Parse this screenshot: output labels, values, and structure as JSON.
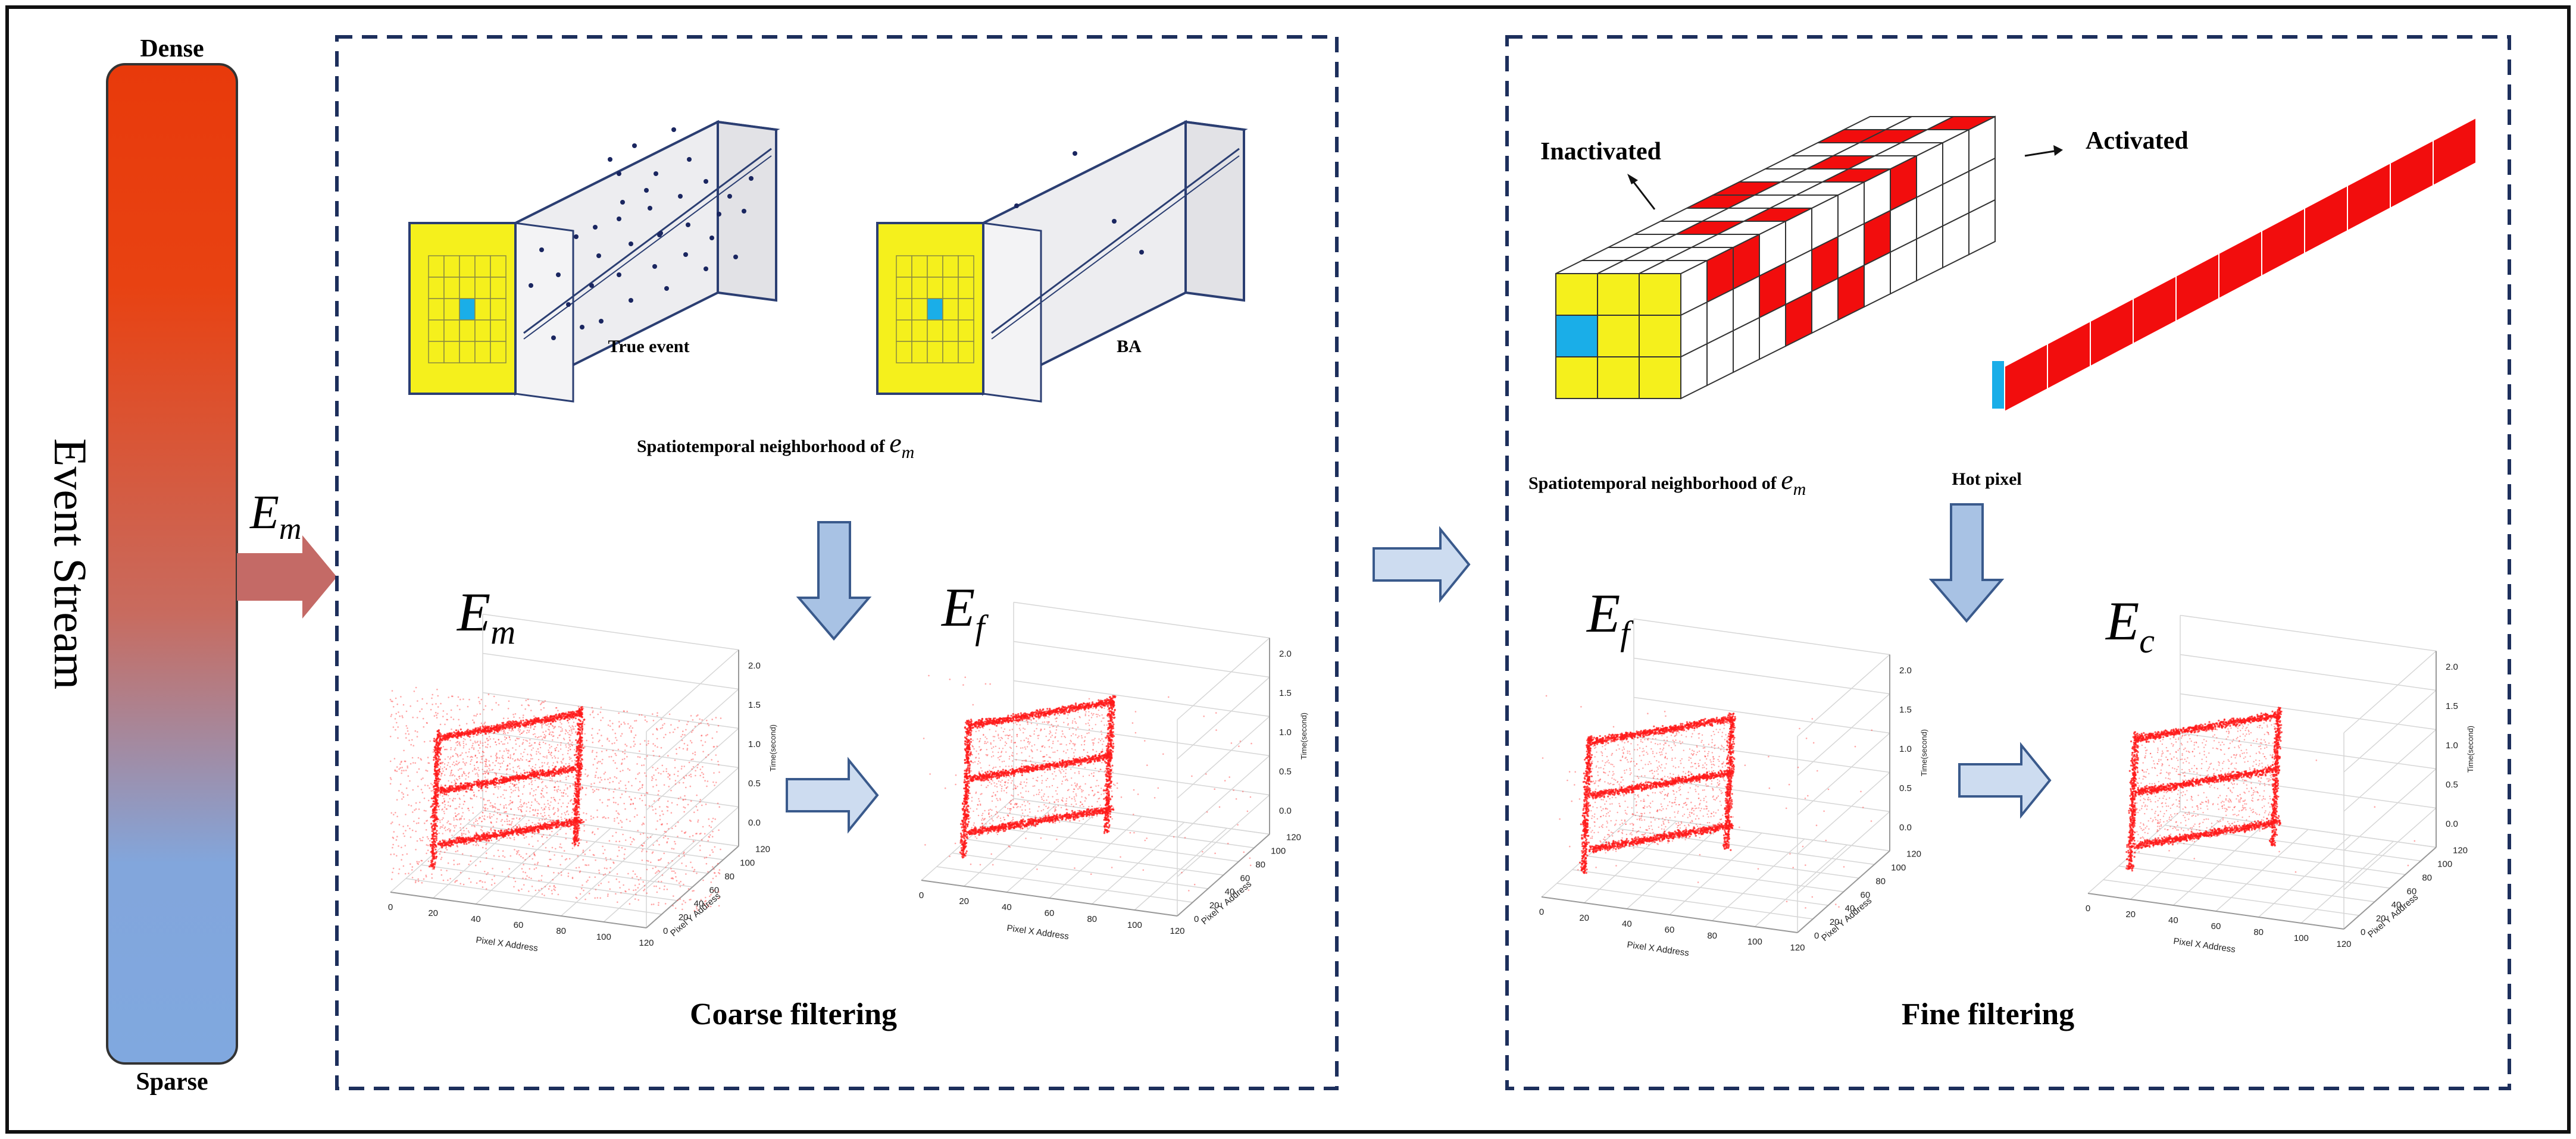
{
  "stream": {
    "title": "Event Stream",
    "top_label": "Dense",
    "bottom_label": "Sparse",
    "input_symbol": "E",
    "input_sub": "m",
    "colors": {
      "dense": "#e83a0b",
      "mid": "#c8665a",
      "sparse": "#80a8df"
    }
  },
  "coarse": {
    "label_true": "True event",
    "label_ba": "BA",
    "caption_text": "Spatiotemporal neighborhood of ",
    "caption_sym": "e",
    "caption_sub": "m",
    "left_sym": "E",
    "left_sub": "m",
    "right_sym": "E",
    "right_sub": "f",
    "title": "Coarse filtering"
  },
  "fine": {
    "label_inactivated": "Inactivated",
    "label_activated": "Activated",
    "caption_text": "Spatiotemporal neighborhood of ",
    "caption_sym": "e",
    "caption_sub": "m",
    "hot_pixel": "Hot pixel",
    "left_sym": "E",
    "left_sub": "f",
    "right_sym": "E",
    "right_sub": "c",
    "title": "Fine filtering"
  },
  "plot_axes": {
    "x_label": "Pixel X Address",
    "y_label": "Pixel Y Address",
    "z_label": "Time(second)",
    "x_ticks": [
      "0",
      "20",
      "40",
      "60",
      "80",
      "100",
      "120"
    ],
    "y_ticks": [
      "0",
      "20",
      "40",
      "60",
      "80",
      "100",
      "120"
    ],
    "z_ticks": [
      "0.0",
      "0.5",
      "1.0",
      "1.5",
      "2.0"
    ]
  },
  "colors": {
    "grid_yellow": "#f5f01c",
    "pixel_blue": "#1aaee8",
    "active_red": "#f20d0d",
    "event_red": "#ff1a1a",
    "box_face": "#ececef",
    "arrow_fill": "#cddcf0",
    "arrow_fill_dark": "#a8c2e4",
    "arrow_stroke": "#3a5a8c",
    "em_arrow": "#c46a66",
    "frame_dash": "#1d2f5c"
  }
}
